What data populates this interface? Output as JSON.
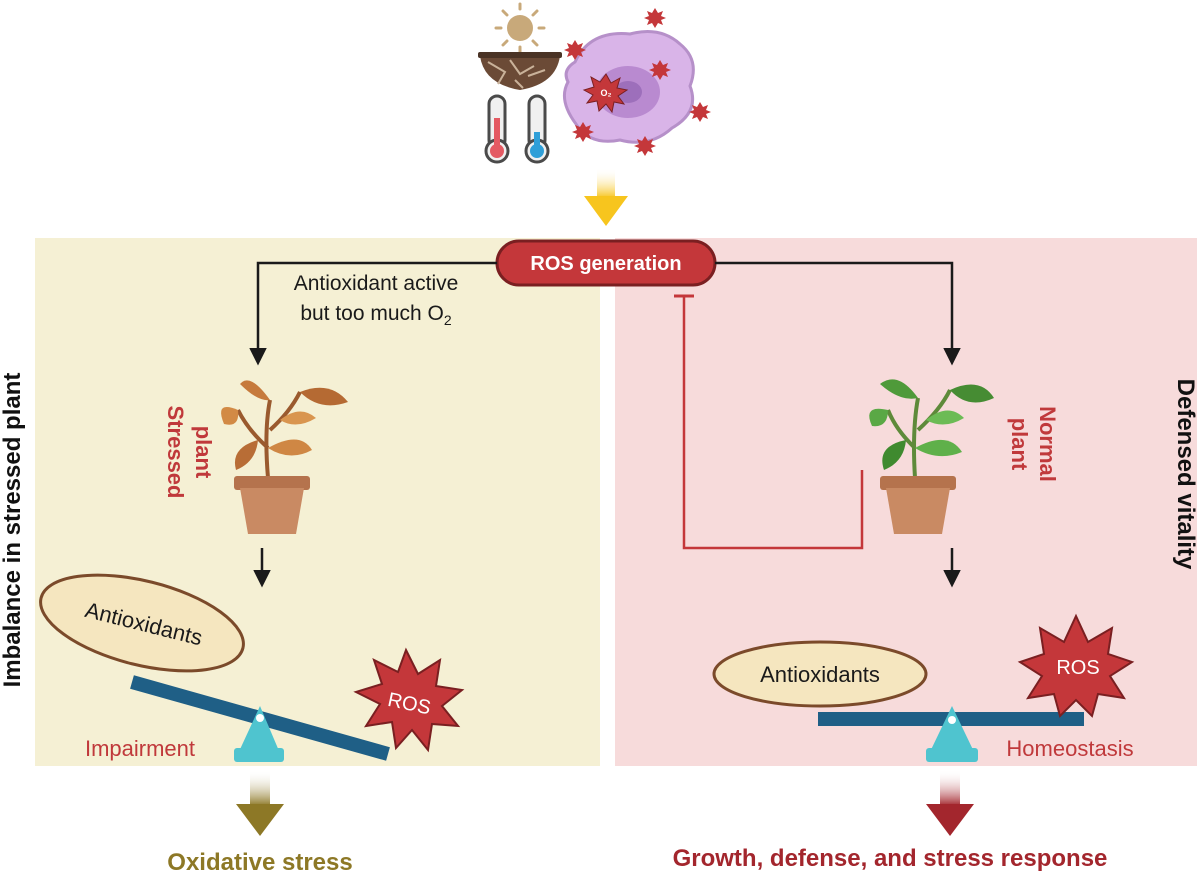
{
  "diagram": {
    "ros_generation": "ROS generation",
    "left_branch_label": {
      "line1": "Antioxidant active",
      "line2_prefix": "but too much O",
      "line2_sub": "2"
    },
    "stressed_plant": {
      "line1": "Stressed",
      "line2": "plant"
    },
    "normal_plant": {
      "line1": "Normal",
      "line2": "plant"
    },
    "left_side_title": "Imbalance in stressed plant",
    "right_side_title": "Defensed vitality",
    "antioxidants_left": "Antioxidants",
    "antioxidants_right": "Antioxidants",
    "ros_left": "ROS",
    "ros_right": "ROS",
    "impairment": "Impairment",
    "homeostasis": "Homeostasis",
    "oxidative_stress": "Oxidative stress",
    "growth_response": "Growth, defense, and stress response",
    "cell_ros_label": "O₂"
  },
  "colors": {
    "left_panel": "#f5f0d4",
    "right_panel": "#f7dbdb",
    "ros_pill": "#c4373a",
    "dark_red_text": "#c0393b",
    "olive_text": "#8d7826",
    "dark_red_bold": "#a3262d",
    "seesaw_bar": "#1f5f86",
    "fulcrum": "#4fc4cf",
    "yellow_arrow": "#f7c51e"
  }
}
